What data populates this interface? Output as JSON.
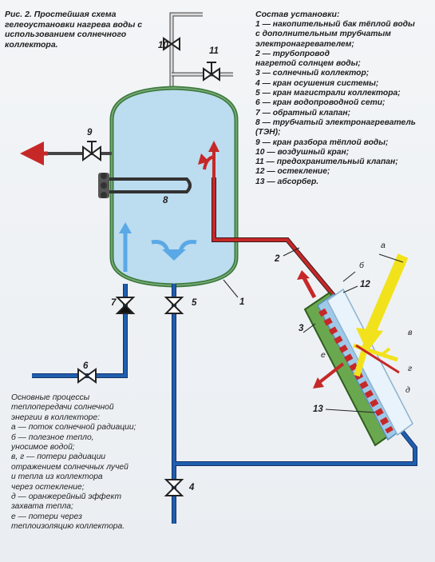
{
  "caption": "Рис. 2. Простейшая схема гелеоустановки нагрева воды с использованием солнечного коллектора.",
  "legend": {
    "title": "Состав установки:",
    "items": [
      "1 — накопительный бак тёплой воды",
      "с дополнительным трубчатым",
      "электронагревателем;",
      "2 — трубопровод",
      "нагретой солнцем воды;",
      "3 — солнечный коллектор;",
      "4 — кран осушения системы;",
      "5 — кран магистрали коллектора;",
      "6 — кран водопроводной сети;",
      "7 — обратный клапан;",
      "8 — трубчатый электронагреватель",
      "(ТЭН);",
      "9 — кран разбора тёплой воды;",
      "10 — воздушный кран;",
      "11 — предохранительный клапан;",
      "12 — остекление;",
      "13 — абсорбер."
    ]
  },
  "processes": {
    "lines": [
      "Основные процессы",
      "теплопередачи солнечной",
      "энергии в коллекторе:",
      "а — поток солнечной радиации;",
      "б — полезное тепло,",
      "уносимое водой;",
      "в, г — потери радиации",
      "отражением солнечных лучей",
      "и тепла из коллектора",
      "через остекление;",
      "д — оранжерейный эффект",
      "захвата тепла;",
      "е — потери через",
      "теплоизоляцию коллектора."
    ]
  },
  "component_numbers": {
    "n1": "1",
    "n2": "2",
    "n3": "3",
    "n4": "4",
    "n5": "5",
    "n6": "6",
    "n7": "7",
    "n8": "8",
    "n9": "9",
    "n10": "10",
    "n11": "11",
    "n12": "12",
    "n13": "13"
  },
  "process_letters": {
    "a": "а",
    "b": "б",
    "v": "в",
    "g": "г",
    "d": "д",
    "e": "е"
  },
  "colors": {
    "tank_fill": "#bcdcef",
    "tank_outline": "#3d7a3d",
    "hot_pipe": "#c62828",
    "cold_pipe": "#1f5fae",
    "collector_green": "#6aa84f",
    "sun_ray": "#f2e21b",
    "arrow_blue": "#5aa8e6"
  }
}
